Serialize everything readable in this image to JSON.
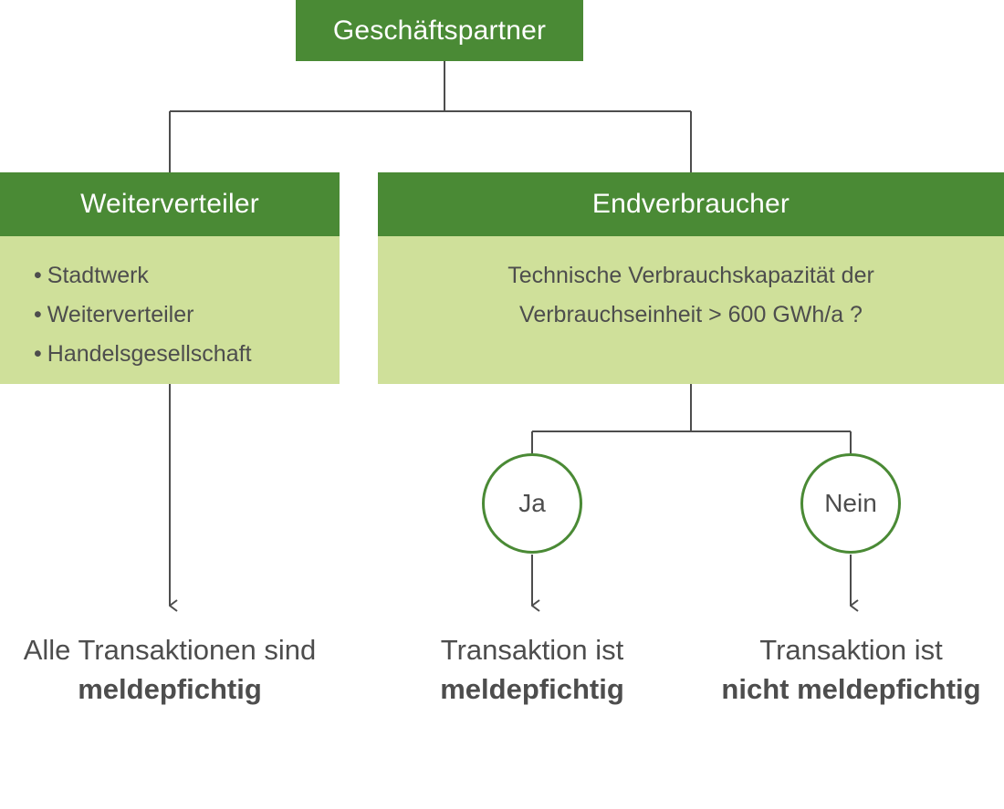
{
  "root": {
    "label": "Geschäftspartner"
  },
  "left_branch": {
    "header": "Weiterverteiler",
    "items": [
      "Stadtwerk",
      "Weiterverteiler",
      "Handelsgesellschaft"
    ],
    "outcome_normal": "Alle Transaktionen sind",
    "outcome_bold": "meldepfichtig"
  },
  "right_branch": {
    "header": "Endverbraucher",
    "question_line1": "Technische Verbrauchskapazität der",
    "question_line2": "Verbrauchseinheit > 600 GWh/a ?",
    "yes": {
      "label": "Ja",
      "outcome_normal": "Transaktion ist",
      "outcome_bold": "meldepfichtig"
    },
    "no": {
      "label": "Nein",
      "outcome_normal": "Transaktion ist",
      "outcome_bold": "nicht meldepfichtig"
    }
  },
  "colors": {
    "dark_green": "#4a8a35",
    "light_green": "#cfe09a",
    "text": "#4d4d4d",
    "line": "#4d4d4d"
  }
}
